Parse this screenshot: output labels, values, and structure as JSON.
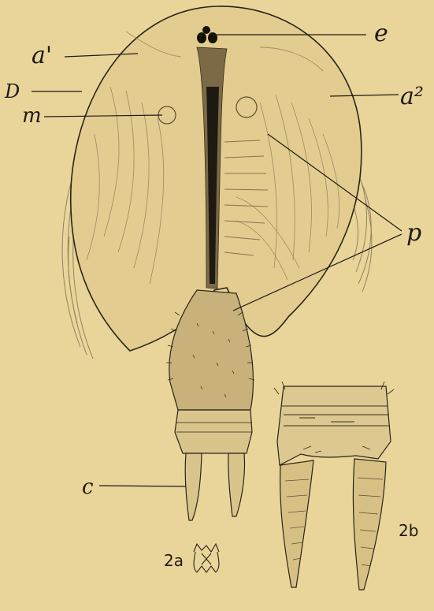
{
  "labels": {
    "e": "e",
    "a1": "a'",
    "D": "D",
    "m": "m",
    "a2": "a²",
    "p": "p",
    "c": "c",
    "fig_2a": "2a",
    "fig_2b": "2b"
  },
  "colors": {
    "paper": "#e9d59a",
    "ink": "#1d1a14",
    "shading": "#8f7e58"
  }
}
